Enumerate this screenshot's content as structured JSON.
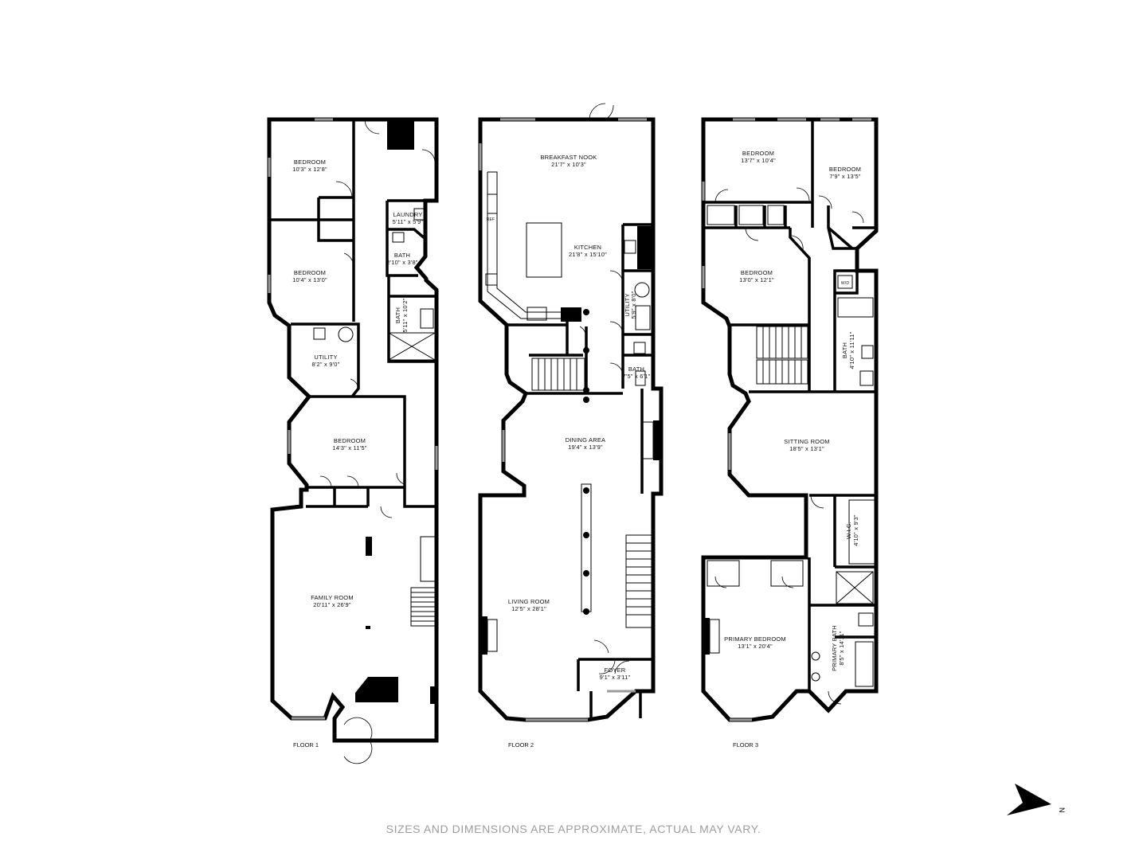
{
  "floors": [
    {
      "label": "FLOOR 1",
      "rooms": [
        {
          "name": "BEDROOM",
          "dims": "10'3\" x 12'8\""
        },
        {
          "name": "LAUNDRY",
          "dims": "5'11\" x 5'9\""
        },
        {
          "name": "BATH",
          "dims": "2'10\" x 3'8\""
        },
        {
          "name": "BEDROOM",
          "dims": "10'4\" x 13'0\""
        },
        {
          "name": "BATH",
          "dims": "5'11\" x 10'2\""
        },
        {
          "name": "UTILITY",
          "dims": "8'2\" x 9'0\""
        },
        {
          "name": "BEDROOM",
          "dims": "14'3\" x 11'5\""
        },
        {
          "name": "FAMILY ROOM",
          "dims": "20'11\" x 26'9\""
        }
      ]
    },
    {
      "label": "FLOOR 2",
      "rooms": [
        {
          "name": "BREAKFAST NOOK",
          "dims": "21'7\" x 10'3\""
        },
        {
          "name": "KITCHEN",
          "dims": "21'8\" x 15'10\""
        },
        {
          "name": "UTILITY",
          "dims": "5'9\" x 8'0\""
        },
        {
          "name": "BATH",
          "dims": "7'5\" x 6'1\""
        },
        {
          "name": "DINING AREA",
          "dims": "19'4\" x 13'9\""
        },
        {
          "name": "LIVING ROOM",
          "dims": "12'5\" x 28'1\""
        },
        {
          "name": "FOYER",
          "dims": "9'1\" x 3'11\""
        }
      ],
      "fixtures": {
        "fridge": "REF"
      }
    },
    {
      "label": "FLOOR 3",
      "rooms": [
        {
          "name": "BEDROOM",
          "dims": "13'7\" x 10'4\""
        },
        {
          "name": "BEDROOM",
          "dims": "7'9\" x 13'5\""
        },
        {
          "name": "BEDROOM",
          "dims": "13'0\" x 12'1\""
        },
        {
          "name": "BATH",
          "dims": "4'10\" x 11'11\""
        },
        {
          "name": "SITTING ROOM",
          "dims": "18'5\" x 13'1\""
        },
        {
          "name": "W.I.C.",
          "dims": "4'10\" x 9'3\""
        },
        {
          "name": "PRIMARY BEDROOM",
          "dims": "13'1\" x 20'4\""
        },
        {
          "name": "PRIMARY BATH",
          "dims": "8'5\" x 14'11\""
        }
      ],
      "fixtures": {
        "washer_dryer": "W/D"
      }
    }
  ],
  "compass": {
    "label": "N",
    "icon": "north-arrow-icon"
  },
  "disclaimer": "SIZES AND DIMENSIONS ARE APPROXIMATE, ACTUAL MAY VARY."
}
